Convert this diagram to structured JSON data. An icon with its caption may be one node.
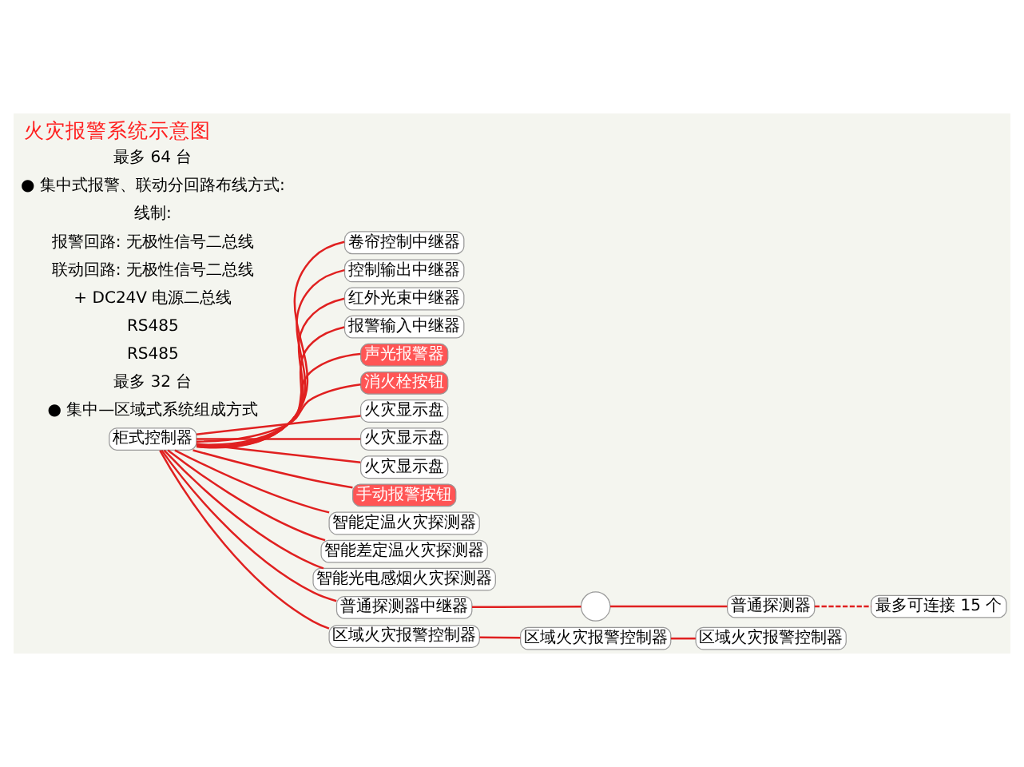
{
  "diagram": {
    "title": "火灾报警系统示意图",
    "nodes": [
      {
        "text": [
          "卷帘控制中继器"
        ]
      },
      {
        "text": [
          "控制输出中继器"
        ]
      },
      {
        "text": [
          "红外光束中继器"
        ]
      },
      {
        "text": [
          "报警输入中继器"
        ]
      },
      {
        "text": [
          "声光报警器"
        ]
      },
      {
        "text": [
          "消火栓按钮"
        ]
      },
      {
        "text": [
          "火灾显示盘"
        ]
      },
      {
        "text": [
          "火灾显示盘"
        ]
      },
      {
        "text": [
          "火灾显示盘"
        ]
      },
      {
        "text": [
          "手动报警按钮"
        ]
      },
      {
        "text": [
          "智能定温火灾探测器"
        ]
      },
      {
        "text": [
          "智能差定温火灾探测器"
        ]
      },
      {
        "text": [
          "智能光电感烟火灾探测器"
        ]
      },
      {
        "text": [
          "柜式控制器"
        ]
      },
      {
        "text": [
          "普通探测器中继器"
        ]
      },
      {
        "text": [],
        "shape": "circle"
      },
      {
        "text": [
          "普通探测器"
        ]
      },
      {
        "text": [
          "最多可连接 15 个"
        ]
      },
      {
        "text": [
          "区域火灾报警控制器"
        ]
      },
      {
        "text": [
          "区域火灾报警控制器"
        ]
      },
      {
        "text": [
          "区域火灾报警控制器"
        ]
      }
    ],
    "edges": [
      {
        "from": 13,
        "to": 0,
        "arrow": "none"
      },
      {
        "from": 13,
        "to": 1,
        "arrow": "none"
      },
      {
        "from": 13,
        "to": 2,
        "arrow": "none"
      },
      {
        "from": 13,
        "to": 3,
        "arrow": "none"
      },
      {
        "from": 13,
        "to": 4,
        "arrow": "none"
      },
      {
        "from": 13,
        "to": 5,
        "arrow": "none"
      },
      {
        "from": 13,
        "to": 8,
        "arrow": "none"
      },
      {
        "from": 13,
        "to": 7,
        "arrow": "none"
      },
      {
        "from": 13,
        "to": 6,
        "arrow": "none"
      },
      {
        "from": 13,
        "to": 9,
        "arrow": "none"
      },
      {
        "from": 13,
        "to": 10,
        "arrow": "none"
      },
      {
        "from": 13,
        "to": 11,
        "arrow": "none"
      },
      {
        "from": 13,
        "to": 12,
        "arrow": "none"
      },
      {
        "from": 13,
        "to": 14,
        "arrow": "none"
      },
      {
        "from": 14,
        "to": 15,
        "arrow": "none"
      },
      {
        "from": 15,
        "to": 16,
        "arrow": "none"
      },
      {
        "from": 16,
        "to": 17,
        "arrow": "none",
        "style": "dashed"
      },
      {
        "from": 13,
        "to": 18,
        "arrow": "none"
      },
      {
        "from": 18,
        "to": 19,
        "arrow": "none"
      },
      {
        "from": 19,
        "to": 20,
        "arrow": "none"
      }
    ],
    "labels": [
      "最多 64 台",
      "● 集中式报警、联动分回路布线方式:",
      "线制:",
      "报警回路: 无极性信号二总线",
      "联动回路: 无极性信号二总线",
      "+ DC24V 电源二总线",
      "RS485",
      "RS485",
      "最多 32 台",
      "● 集中—区域式系统组成方式"
    ]
  }
}
